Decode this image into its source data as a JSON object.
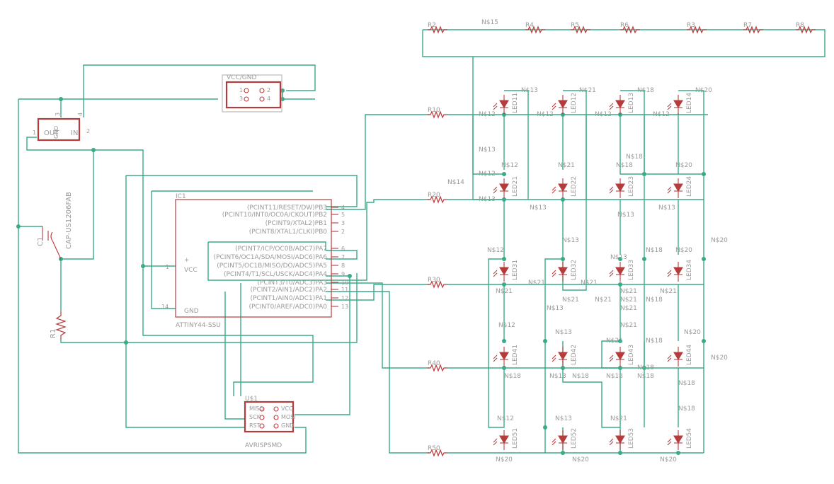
{
  "schematic": {
    "ic1": {
      "name": "IC1",
      "value": "ATTINY44-SSU",
      "vcc_label": "VCC",
      "gnd_label": "GND",
      "plus_mark": "+",
      "pins_left": [
        {
          "num": "1",
          "label": "VCC"
        },
        {
          "num": "14",
          "label": "GND"
        }
      ],
      "pins_right": [
        {
          "num": "4",
          "label": "(PCINT11/RESET/DW)PB3"
        },
        {
          "num": "5",
          "label": "(PCINT10/INT0/OC0A/CKOUT)PB2"
        },
        {
          "num": "3",
          "label": "(PCINT9/XTAL2)PB1"
        },
        {
          "num": "2",
          "label": "(PCINT8/XTAL1/CLKI)PB0"
        },
        {
          "num": "6",
          "label": "(PCINT7/ICP/OC0B/ADC7)PA7"
        },
        {
          "num": "7",
          "label": "(PCINT6/OC1A/SDA/MOSI/ADC6)PA6"
        },
        {
          "num": "8",
          "label": "(PCINT5/OC1B/MISO/DO/ADC5)PA5"
        },
        {
          "num": "9",
          "label": "(PCINT4/T1/SCL/USCK/ADC4)PA4"
        },
        {
          "num": "10",
          "label": "(PCINT3/T0/ADC3)PA3"
        },
        {
          "num": "11",
          "label": "(PCINT2/AIN1/ADC2)PA2"
        },
        {
          "num": "12",
          "label": "(PCINT1/AIN0/ADC1)PA1"
        },
        {
          "num": "13",
          "label": "(PCINT0/AREF/ADC0)PA0"
        }
      ]
    },
    "power_header": {
      "name": "VCC/GND",
      "pins": [
        "1",
        "2",
        "3",
        "4"
      ]
    },
    "isp_header": {
      "name": "U$1",
      "value": "AVRISPSMD",
      "pins": [
        "MISO",
        "VCC",
        "SCK",
        "MOSI",
        "RST",
        "GND"
      ]
    },
    "regulator": {
      "out_label": "OUT",
      "in_label": "IN",
      "gnd_label": "GND",
      "pin_out": "1",
      "pin_in": "2",
      "pin_gnd": "3",
      "pin_tab": "4"
    },
    "capacitor": {
      "name": "C1",
      "value": "CAP-US1206FAB"
    },
    "r1": {
      "name": "R1"
    },
    "row_resistors": [
      "R10",
      "R20",
      "R30",
      "R40",
      "R50"
    ],
    "top_resistors": [
      "R2",
      "R4",
      "R5",
      "R6",
      "R3",
      "R7",
      "R8"
    ],
    "top_net": "N$15",
    "net_n14": "N$14",
    "leds": [
      "LED11",
      "LED12",
      "LED13",
      "LED14",
      "LED21",
      "LED22",
      "LED23",
      "LED24",
      "LED31",
      "LED32",
      "LED33",
      "LED34",
      "LED41",
      "LED42",
      "LED43",
      "LED44",
      "LED51",
      "LED52",
      "LED53",
      "LED54"
    ],
    "net_labels": {
      "n12": "N$12",
      "n13": "N$13",
      "n18": "N$18",
      "n20": "N$20",
      "n21": "N$21"
    }
  }
}
